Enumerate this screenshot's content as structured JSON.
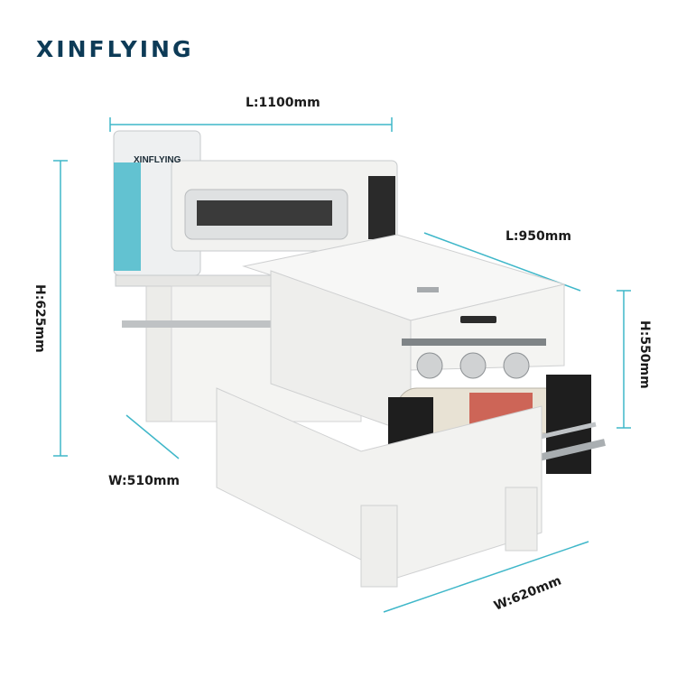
{
  "brand": {
    "logo_text": "XINFLYING",
    "printer_badge": "XINFLYING"
  },
  "dimensions": {
    "printer_length": "L:1100mm",
    "printer_height": "H:625mm",
    "printer_width": "W:510mm",
    "shaker_length": "L:950mm",
    "shaker_height": "H:550mm",
    "shaker_width": "W:620mm"
  },
  "colors": {
    "brand_navy": "#0d3b57",
    "accent_teal": "#3fb7c9",
    "machine_white": "#f2f2f0",
    "dimension_line": "#3fb7c9"
  }
}
